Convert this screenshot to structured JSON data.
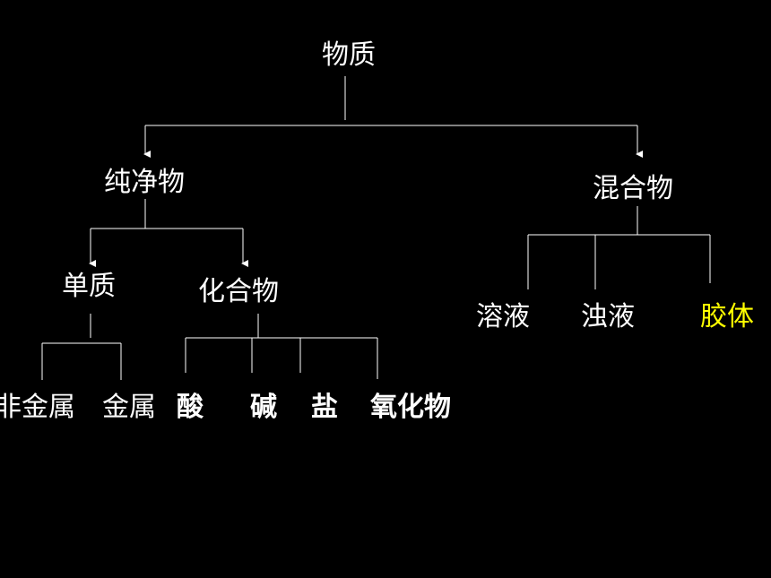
{
  "diagram": {
    "root": "物质",
    "pure": "纯净物",
    "mixture": "混合物",
    "element": "单质",
    "compound": "化合物",
    "nonmetal": "非金属",
    "metal": "金属",
    "acid": "酸",
    "base": "碱",
    "salt": "盐",
    "oxide": "氧化物",
    "solution": "溶液",
    "suspension": "浊液",
    "colloid": "胶体"
  },
  "colors": {
    "background": "#000000",
    "text": "#ffffff",
    "highlight": "#ffff00",
    "line": "#ffffff"
  }
}
